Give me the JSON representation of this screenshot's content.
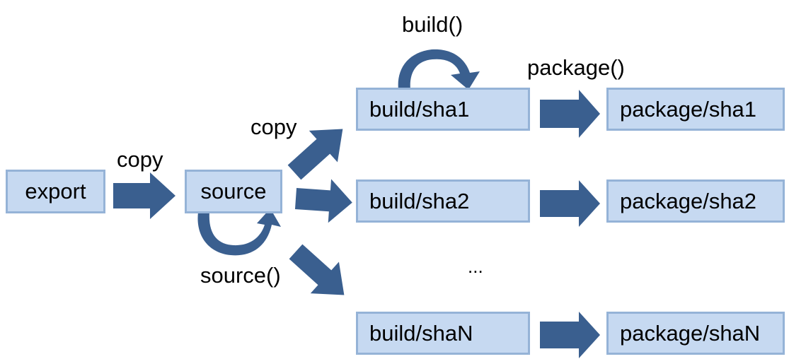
{
  "colors": {
    "box_fill": "#c6d9f1",
    "box_border": "#95b3d7",
    "arrow": "#3a5f8f"
  },
  "nodes": {
    "export": "export",
    "source": "source",
    "build_sha1": "build/sha1",
    "build_sha2": "build/sha2",
    "build_shaN": "build/shaN",
    "package_sha1": "package/sha1",
    "package_sha2": "package/sha2",
    "package_shaN": "package/shaN"
  },
  "labels": {
    "copy_to_source": "copy",
    "copy_to_builds": "copy",
    "source_fn": "source()",
    "build_fn": "build()",
    "package_fn": "package()",
    "ellipsis": "..."
  }
}
